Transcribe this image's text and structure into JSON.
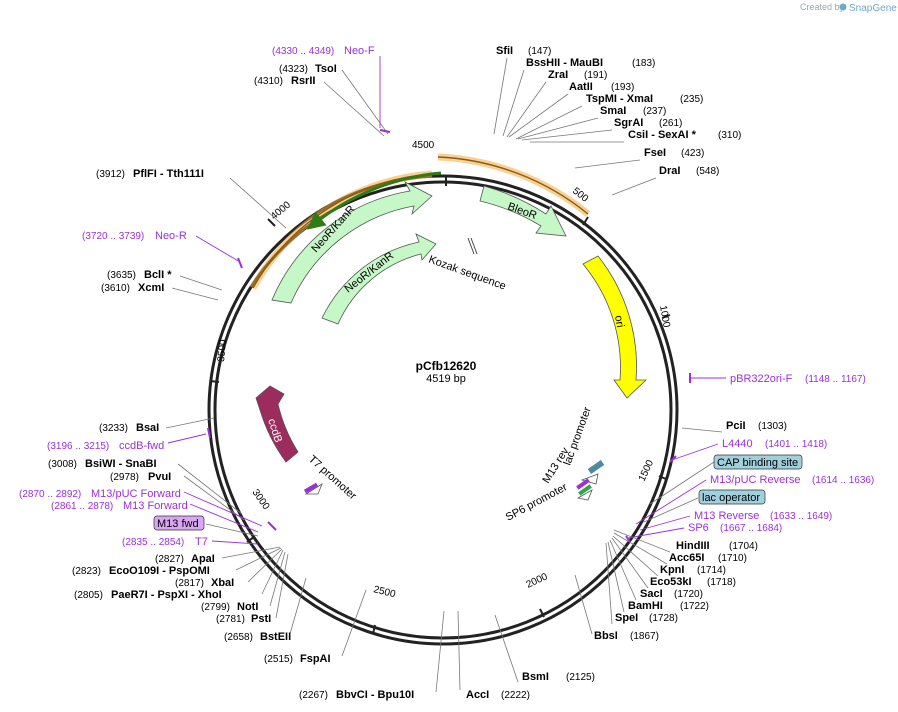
{
  "credit": {
    "created_by": "Created by",
    "app": "SnapGene"
  },
  "plasmid": {
    "name": "pCfb12620",
    "length": "4519 bp"
  },
  "ticks": [
    {
      "label": "500"
    },
    {
      "label": "1000"
    },
    {
      "label": "1500"
    },
    {
      "label": "2000"
    },
    {
      "label": "2500"
    },
    {
      "label": "3000"
    },
    {
      "label": "3500"
    },
    {
      "label": "4000"
    },
    {
      "label": "4500"
    }
  ],
  "features": [
    {
      "label": "BleoR"
    },
    {
      "label": "ori"
    },
    {
      "label": "NeoR/KanR"
    },
    {
      "label": "NeoR/KanR"
    },
    {
      "label": "ccdB"
    },
    {
      "label": "Kozak sequence"
    },
    {
      "label": "T7 promoter"
    },
    {
      "label": "M13 rev"
    },
    {
      "label": "lac promoter"
    },
    {
      "label": "SP6 promoter"
    }
  ],
  "boxed_features": [
    {
      "label": "CAP binding site",
      "color": "#9fd0dc"
    },
    {
      "label": "lac operator",
      "color": "#9fd0dc"
    },
    {
      "label": "M13 fwd",
      "color": "#d9a6f2"
    }
  ],
  "enzymes": [
    {
      "name": "SfiI",
      "pos": "(147)"
    },
    {
      "name": "BssHII   - MauBI",
      "pos": "(183)"
    },
    {
      "name": "ZraI",
      "pos": "(191)"
    },
    {
      "name": "AatII",
      "pos": "(193)"
    },
    {
      "name": "TspMI   - XmaI",
      "pos": "(235)"
    },
    {
      "name": "SmaI",
      "pos": "(237)"
    },
    {
      "name": "SgrAI",
      "pos": "(261)"
    },
    {
      "name": "CsiI   - SexAI *",
      "pos": "(310)"
    },
    {
      "name": "FseI",
      "pos": "(423)"
    },
    {
      "name": "DraI",
      "pos": "(548)"
    },
    {
      "name": "PciI",
      "pos": "(1303)"
    },
    {
      "name": "HindIII",
      "pos": "(1704)"
    },
    {
      "name": "Acc65I",
      "pos": "(1710)"
    },
    {
      "name": "KpnI",
      "pos": "(1714)"
    },
    {
      "name": "Eco53kI",
      "pos": "(1718)"
    },
    {
      "name": "SacI",
      "pos": "(1720)"
    },
    {
      "name": "BamHI",
      "pos": "(1722)"
    },
    {
      "name": "SpeI",
      "pos": "(1728)"
    },
    {
      "name": "BbsI",
      "pos": "(1867)"
    },
    {
      "name": "BsmI",
      "pos": "(2125)"
    },
    {
      "name": "AccI",
      "pos": "(2222)"
    },
    {
      "name": "BbvCI   - Bpu10I",
      "pos": "(2267)"
    },
    {
      "name": "FspAI",
      "pos": "(2515)"
    },
    {
      "name": "BstEII",
      "pos": "(2658)"
    },
    {
      "name": "PstI",
      "pos": "(2781)"
    },
    {
      "name": "NotI",
      "pos": "(2799)"
    },
    {
      "name": "PaeR7I   - PspXI   - XhoI",
      "pos": "(2805)"
    },
    {
      "name": "XbaI",
      "pos": "(2817)"
    },
    {
      "name": "EcoO109I   - PspOMI",
      "pos": "(2823)"
    },
    {
      "name": "ApaI",
      "pos": "(2827)"
    },
    {
      "name": "PvuI",
      "pos": "(2978)"
    },
    {
      "name": "BsiWI   - SnaBI",
      "pos": "(3008)"
    },
    {
      "name": "BsaI",
      "pos": "(3233)"
    },
    {
      "name": "XcmI",
      "pos": "(3610)"
    },
    {
      "name": "BclI *",
      "pos": "(3635)"
    },
    {
      "name": "PflFI   - Tth111I",
      "pos": "(3912)"
    },
    {
      "name": "RsrII",
      "pos": "(4310)"
    },
    {
      "name": "TsoI",
      "pos": "(4323)"
    }
  ],
  "primers": [
    {
      "name": "Neo-F",
      "range": "(4330 .. 4349)"
    },
    {
      "name": "pBR322ori-F",
      "range": "(1148 .. 1167)"
    },
    {
      "name": "L4440",
      "range": "(1401 .. 1418)"
    },
    {
      "name": "M13/pUC Reverse",
      "range": "(1614 .. 1636)"
    },
    {
      "name": "M13 Reverse",
      "range": "(1633 .. 1649)"
    },
    {
      "name": "SP6",
      "range": "(1667 .. 1684)"
    },
    {
      "name": "T7",
      "range": "(2835 .. 2854)"
    },
    {
      "name": "M13 Forward",
      "range": "(2861 .. 2878)"
    },
    {
      "name": "M13/pUC Forward",
      "range": "(2870 .. 2892)"
    },
    {
      "name": "ccdB-fwd",
      "range": "(3196 .. 3215)"
    },
    {
      "name": "Neo-R",
      "range": "(3720 .. 3739)"
    }
  ],
  "colors": {
    "primer": "#9b30d9",
    "feature_green": "#c6f7c6",
    "ori": "#ffff00",
    "ccdB": "#9c2b5e",
    "orange_arc": "#f2a93b",
    "dark_green_arc": "#2f7d12"
  }
}
